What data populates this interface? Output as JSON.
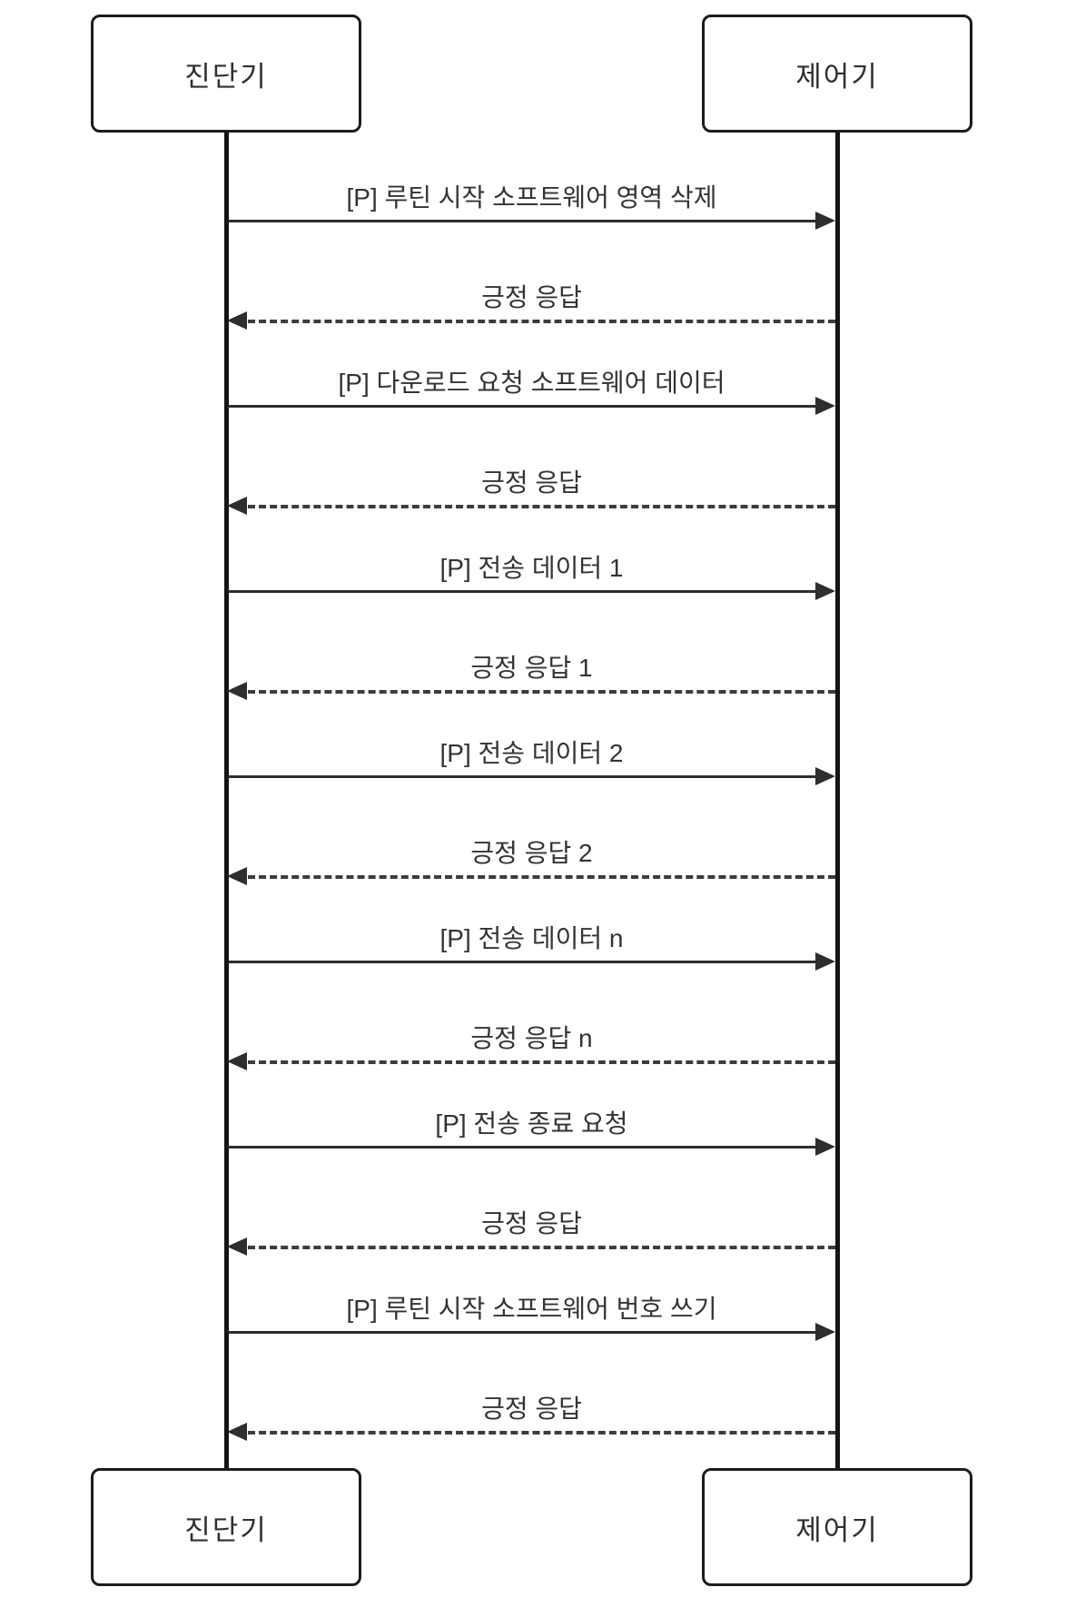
{
  "diagram": {
    "type": "sequence-diagram",
    "background": "#ffffff",
    "line_color": "#2e2e2e",
    "text_color": "#333333",
    "actors": [
      {
        "name": "진단기"
      },
      {
        "name": "제어기"
      }
    ],
    "messages": [
      {
        "label": "[P] 루틴 시작 소프트웨어 영역 삭제",
        "from": "진단기",
        "to": "제어기",
        "style": "solid",
        "direction": "right"
      },
      {
        "label": "긍정 응답",
        "from": "제어기",
        "to": "진단기",
        "style": "dashed",
        "direction": "left"
      },
      {
        "label": "[P] 다운로드 요청 소프트웨어 데이터",
        "from": "진단기",
        "to": "제어기",
        "style": "solid",
        "direction": "right"
      },
      {
        "label": "긍정 응답",
        "from": "제어기",
        "to": "진단기",
        "style": "dashed",
        "direction": "left"
      },
      {
        "label": "[P] 전송 데이터 1",
        "from": "진단기",
        "to": "제어기",
        "style": "solid",
        "direction": "right"
      },
      {
        "label": "긍정 응답 1",
        "from": "제어기",
        "to": "진단기",
        "style": "dashed",
        "direction": "left"
      },
      {
        "label": "[P] 전송 데이터 2",
        "from": "진단기",
        "to": "제어기",
        "style": "solid",
        "direction": "right"
      },
      {
        "label": "긍정 응답 2",
        "from": "제어기",
        "to": "진단기",
        "style": "dashed",
        "direction": "left"
      },
      {
        "label": "[P] 전송 데이터 n",
        "from": "진단기",
        "to": "제어기",
        "style": "solid",
        "direction": "right"
      },
      {
        "label": "긍정 응답 n",
        "from": "제어기",
        "to": "진단기",
        "style": "dashed",
        "direction": "left"
      },
      {
        "label": "[P] 전송 종료 요청",
        "from": "진단기",
        "to": "제어기",
        "style": "solid",
        "direction": "right"
      },
      {
        "label": "긍정 응답",
        "from": "제어기",
        "to": "진단기",
        "style": "dashed",
        "direction": "left"
      },
      {
        "label": "[P] 루틴 시작 소프트웨어 번호 쓰기",
        "from": "진단기",
        "to": "제어기",
        "style": "solid",
        "direction": "right"
      },
      {
        "label": "긍정 응답",
        "from": "제어기",
        "to": "진단기",
        "style": "dashed",
        "direction": "left"
      }
    ]
  }
}
